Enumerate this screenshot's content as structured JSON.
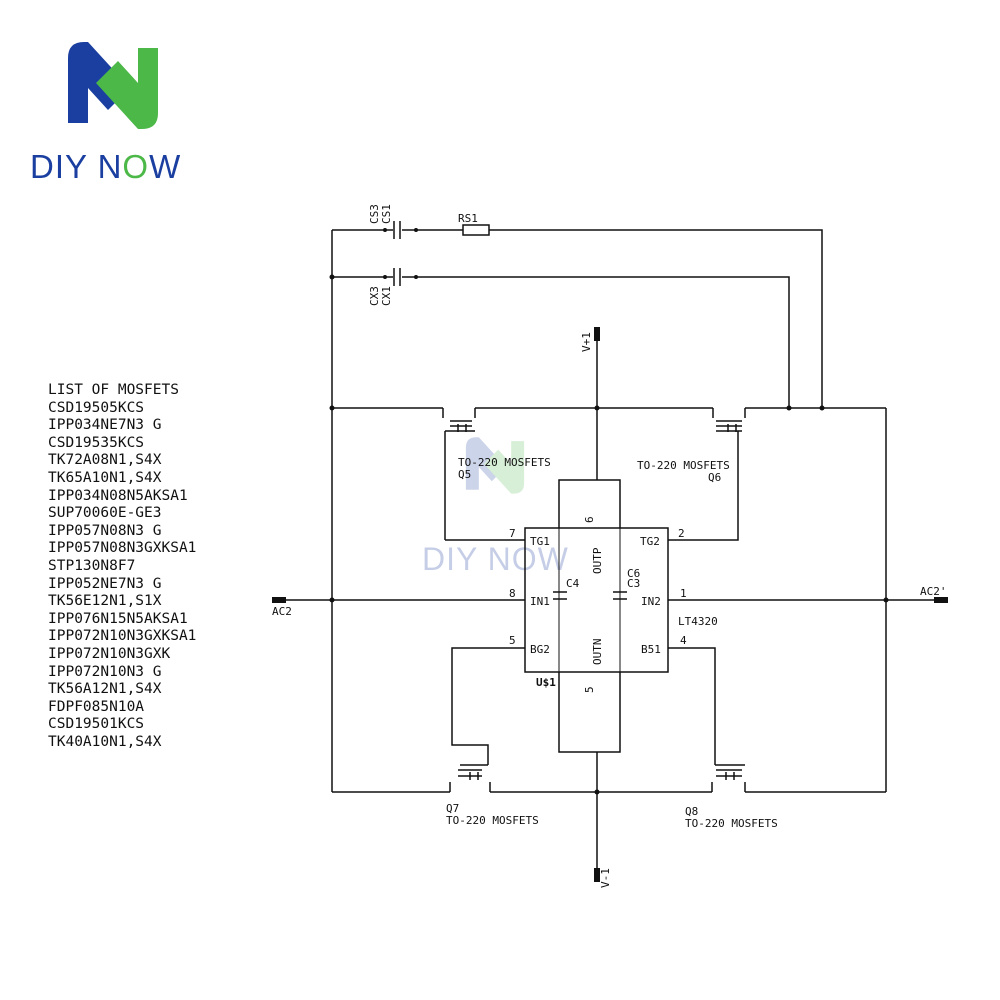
{
  "brand": {
    "name": "DIY NOW",
    "colors": {
      "blue": "#1b3fa0",
      "green": "#4cb848"
    }
  },
  "mosfet_list": {
    "title": "LIST OF MOSFETS",
    "items": [
      "CSD19505KCS",
      "IPP034NE7N3 G",
      "CSD19535KCS",
      "TK72A08N1,S4X",
      "TK65A10N1,S4X",
      "IPP034N08N5AKSA1",
      "SUP70060E-GE3",
      "IPP057N08N3 G",
      "IPP057N08N3GXKSA1",
      "STP130N8F7",
      "IPP052NE7N3 G",
      "TK56E12N1,S1X",
      "IPP076N15N5AKSA1",
      "IPP072N10N3GXKSA1",
      "IPP072N10N3GXK",
      "IPP072N10N3 G",
      "TK56A12N1,S4X",
      "FDPF085N10A",
      "CSD19501KCS",
      "TK40A10N1,S4X"
    ]
  },
  "schematic": {
    "ic": {
      "name": "U$1",
      "part": "LT4320",
      "pins": {
        "tg1": {
          "label": "TG1",
          "num": "7"
        },
        "in1": {
          "label": "IN1",
          "num": "8"
        },
        "bg2": {
          "label": "BG2",
          "num": "5"
        },
        "tg2": {
          "label": "TG2",
          "num": "2"
        },
        "in2": {
          "label": "IN2",
          "num": "1"
        },
        "bs1": {
          "label": "B51",
          "num": "4"
        },
        "outp": {
          "label": "OUTP",
          "num": "6"
        },
        "outn": {
          "label": "OUTN",
          "num": "5"
        }
      }
    },
    "mosfets": {
      "q5": {
        "ref": "Q5",
        "type": "TO-220 MOSFETS"
      },
      "q6": {
        "ref": "Q6",
        "type": "TO-220 MOSFETS"
      },
      "q7": {
        "ref": "Q7",
        "type": "TO-220 MOSFETS"
      },
      "q8": {
        "ref": "Q8",
        "type": "TO-220 MOSFETS"
      }
    },
    "caps": {
      "c4": "C4",
      "c6": "C6",
      "c3": "C3",
      "cs3": "CS3",
      "cs1": "CS1",
      "cx3": "CX3",
      "cx1": "CX1"
    },
    "resistor": "RS1",
    "ports": {
      "ac2": "AC2",
      "ac2p": "AC2'",
      "vplus": "V+1",
      "vminus": "V-1"
    }
  }
}
